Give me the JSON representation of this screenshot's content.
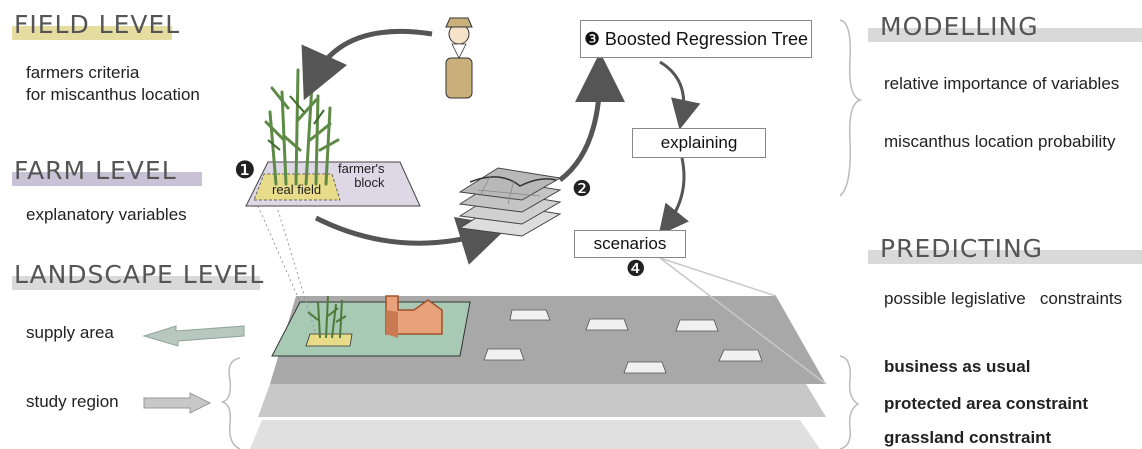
{
  "levels": {
    "field": {
      "label": "FIELD LEVEL",
      "color": "#e5dca0"
    },
    "farm": {
      "label": "FARM LEVEL",
      "color": "#c9c2d6"
    },
    "landscape": {
      "label": "LANDSCAPE LEVEL",
      "color": "#d9d9d9"
    }
  },
  "left_text": {
    "field_desc_1": "farmers criteria",
    "field_desc_2": "for miscanthus location",
    "farm_desc": "explanatory variables",
    "supply_area": "supply area",
    "study_region": "study region"
  },
  "field_diagram": {
    "marker_1": "❶",
    "farmers_block": "farmer's\nblock",
    "real_field": "real field"
  },
  "flow": {
    "marker_2": "❷",
    "marker_3": "❸",
    "marker_4": "❹",
    "brt_label": "Boosted Regression Tree",
    "explaining_label": "explaining",
    "scenarios_label": "scenarios"
  },
  "right": {
    "modelling_label": "MODELLING",
    "modelling_item_1": "relative importance of variables",
    "modelling_item_2": "miscanthus location probability",
    "predicting_label": "PREDICTING",
    "predicting_item_1": "possible legislative   constraints",
    "scenario_1": "business as usual",
    "scenario_2": "protected area constraint",
    "scenario_3": "grassland constraint"
  },
  "colors": {
    "arrow": "#555555",
    "layer_top": "#a8a8a8",
    "layer_mid": "#c8c8c8",
    "layer_bottom": "#e0e0e0",
    "supply_zone": "#a8c9b3",
    "building": "#e8a27a",
    "field_block": "#ded7e6",
    "real_field": "#e8dc8a"
  }
}
